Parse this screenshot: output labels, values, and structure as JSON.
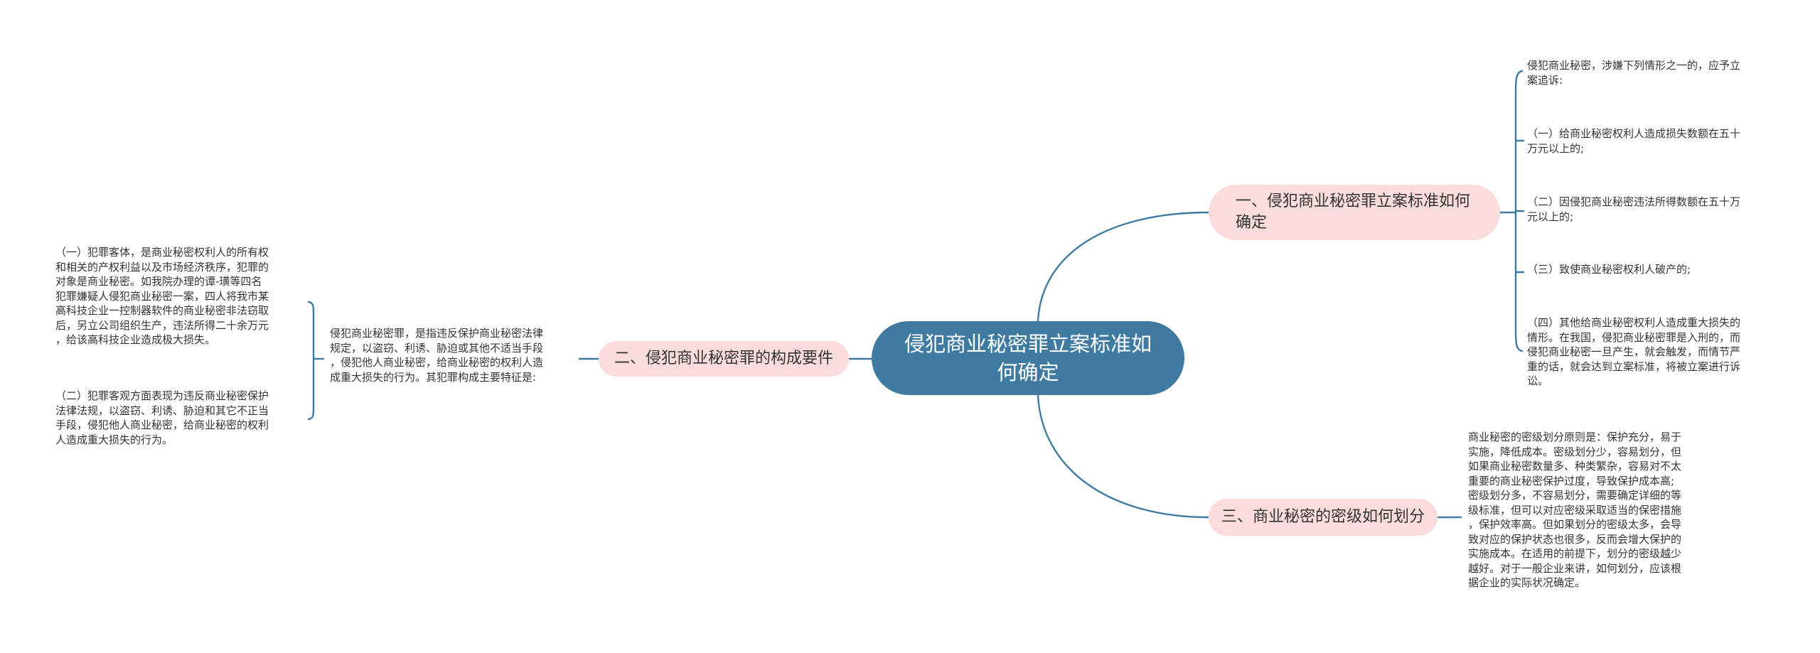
{
  "colors": {
    "root_fill": "#3f7aa1",
    "branch_fill": "#fadcdc",
    "line": "#3f7aa1"
  },
  "root": {
    "label": "侵犯商业秘密罪立案标准如何确定"
  },
  "branches": [
    {
      "label": "一、侵犯商业秘密罪立案标准如何确定"
    },
    {
      "label": "二、侵犯商业秘密罪的构成要件"
    },
    {
      "label": "三、商业秘密的密级如何划分"
    }
  ],
  "branch1_leaves": [
    "侵犯商业秘密，涉嫌下列情形之一的，应予立\n案追诉:",
    "（一）给商业秘密权利人造成损失数额在五十\n万元以上的;",
    "（二）因侵犯商业秘密违法所得数额在五十万\n元以上的;",
    "（三）致使商业秘密权利人破产的;",
    "（四）其他给商业秘密权利人造成重大损失的\n情形。在我国，侵犯商业秘密罪是入刑的，而\n侵犯商业秘密一旦产生，就会触发，而情节严\n重的话，就会达到立案标准，将被立案进行诉\n讼。"
  ],
  "branch2_leaf": "侵犯商业秘密罪，是指违反保护商业秘密法律\n规定，以盗窃、利诱、胁迫或其他不适当手段\n，侵犯他人商业秘密，给商业秘密的权利人造\n成重大损失的行为。其犯罪构成主要特征是:",
  "branch2_subleaves": [
    "（一）犯罪客体，是商业秘密权利人的所有权\n和相关的产权利益以及市场经济秩序，犯罪的\n对象是商业秘密。如我院办理的谭-璜等四名\n犯罪嫌疑人侵犯商业秘密一案，四人将我市某\n高科技企业一控制器软件的商业秘密非法窃取\n后，另立公司组织生产，违法所得二十余万元\n，给该高科技企业造成极大损失。",
    "（二）犯罪客观方面表现为违反商业秘密保护\n法律法规，以盗窃、利诱、胁迫和其它不正当\n手段，侵犯他人商业秘密，给商业秘密的权利\n人造成重大损失的行为。"
  ],
  "branch3_leaf": "商业秘密的密级划分原则是：保护充分，易于\n实施，降低成本。密级划分少，容易划分，但\n如果商业秘密数量多、种类繁杂，容易对不太\n重要的商业秘密保护过度，导致保护成本高;\n密级划分多，不容易划分，需要确定详细的等\n级标准，但可以对应密级采取适当的保密措施\n，保护效率高。但如果划分的密级太多，会导\n致对应的保护状态也很多，反而会增大保护的\n实施成本。在适用的前提下，划分的密级越少\n越好。对于一般企业来讲，如何划分，应该根\n据企业的实际状况确定。"
}
